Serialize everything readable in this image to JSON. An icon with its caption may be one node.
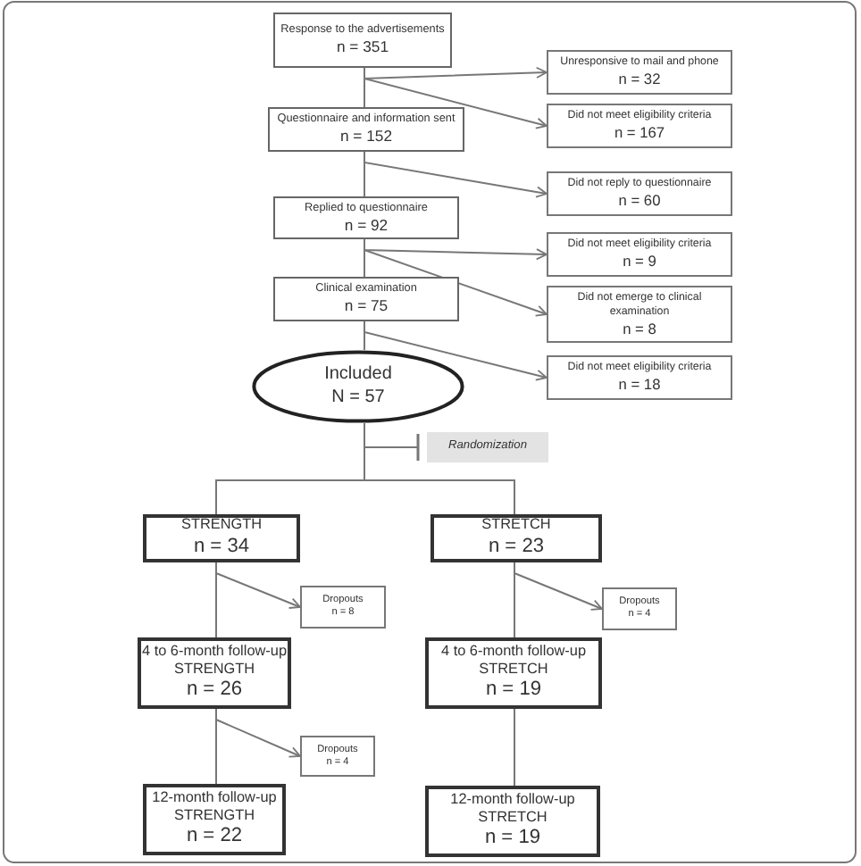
{
  "diagram": {
    "nodes": [
      {
        "text": [
          "Response to the advertisements",
          "n = 351"
        ]
      },
      {
        "text": [
          "Unresponsive to mail and phone",
          "n = 32"
        ]
      },
      {
        "text": [
          "Did not meet eligibility criteria",
          "n = 167"
        ]
      },
      {
        "text": [
          "Questionnaire and information sent",
          "n = 152"
        ]
      },
      {
        "text": [
          "Did not reply to questionnaire",
          "n = 60"
        ]
      },
      {
        "text": [
          "Replied to questionnaire",
          "n = 92"
        ]
      },
      {
        "text": [
          "Did not meet eligibility criteria",
          "n = 9"
        ]
      },
      {
        "text": [
          "Did not emerge to clinical examination",
          "n = 8"
        ]
      },
      {
        "text": [
          "Clinical examination",
          "n = 75"
        ]
      },
      {
        "text": [
          "Included",
          "N = 57"
        ]
      },
      {
        "text": [
          "Did not meet eligibility criteria",
          "n = 18"
        ]
      },
      {
        "text": [
          "Randomization"
        ]
      },
      {
        "text": [
          "STRENGTH",
          "n = 34"
        ]
      },
      {
        "text": [
          "STRETCH",
          "n = 23"
        ]
      },
      {
        "text": [
          "Dropouts",
          "n = 8"
        ]
      },
      {
        "text": [
          "Dropouts",
          "n = 4"
        ]
      },
      {
        "text": [
          "4 to 6-month follow-up",
          "STRENGTH",
          "n = 26"
        ]
      },
      {
        "text": [
          "4 to 6-month follow-up",
          "STRETCH",
          "n = 19"
        ]
      },
      {
        "text": [
          "Dropouts",
          "n = 4"
        ]
      },
      {
        "text": [
          "12-month follow-up",
          "STRENGTH",
          "n = 22"
        ]
      },
      {
        "text": [
          "12-month follow-up",
          "STRETCH",
          "n = 19"
        ]
      }
    ],
    "edges": [
      {
        "from": 0,
        "to": 1,
        "arrow": "to"
      },
      {
        "from": 0,
        "to": 2,
        "arrow": "to"
      },
      {
        "from": 0,
        "to": 3,
        "arrow": "none"
      },
      {
        "from": 3,
        "to": 4,
        "arrow": "to"
      },
      {
        "from": 3,
        "to": 5,
        "arrow": "none"
      },
      {
        "from": 5,
        "to": 6,
        "arrow": "to"
      },
      {
        "from": 5,
        "to": 7,
        "arrow": "to"
      },
      {
        "from": 5,
        "to": 8,
        "arrow": "none"
      },
      {
        "from": 8,
        "to": 10,
        "arrow": "to"
      },
      {
        "from": 8,
        "to": 9,
        "arrow": "none"
      },
      {
        "from": 9,
        "to": 11,
        "arrow": "other"
      },
      {
        "from": 9,
        "to": 12,
        "arrow": "none"
      },
      {
        "from": 9,
        "to": 13,
        "arrow": "none"
      },
      {
        "from": 12,
        "to": 14,
        "arrow": "to"
      },
      {
        "from": 13,
        "to": 15,
        "arrow": "to"
      },
      {
        "from": 12,
        "to": 16,
        "arrow": "none"
      },
      {
        "from": 13,
        "to": 17,
        "arrow": "none"
      },
      {
        "from": 16,
        "to": 18,
        "arrow": "to"
      },
      {
        "from": 16,
        "to": 19,
        "arrow": "none"
      },
      {
        "from": 17,
        "to": 20,
        "arrow": "none"
      }
    ]
  }
}
